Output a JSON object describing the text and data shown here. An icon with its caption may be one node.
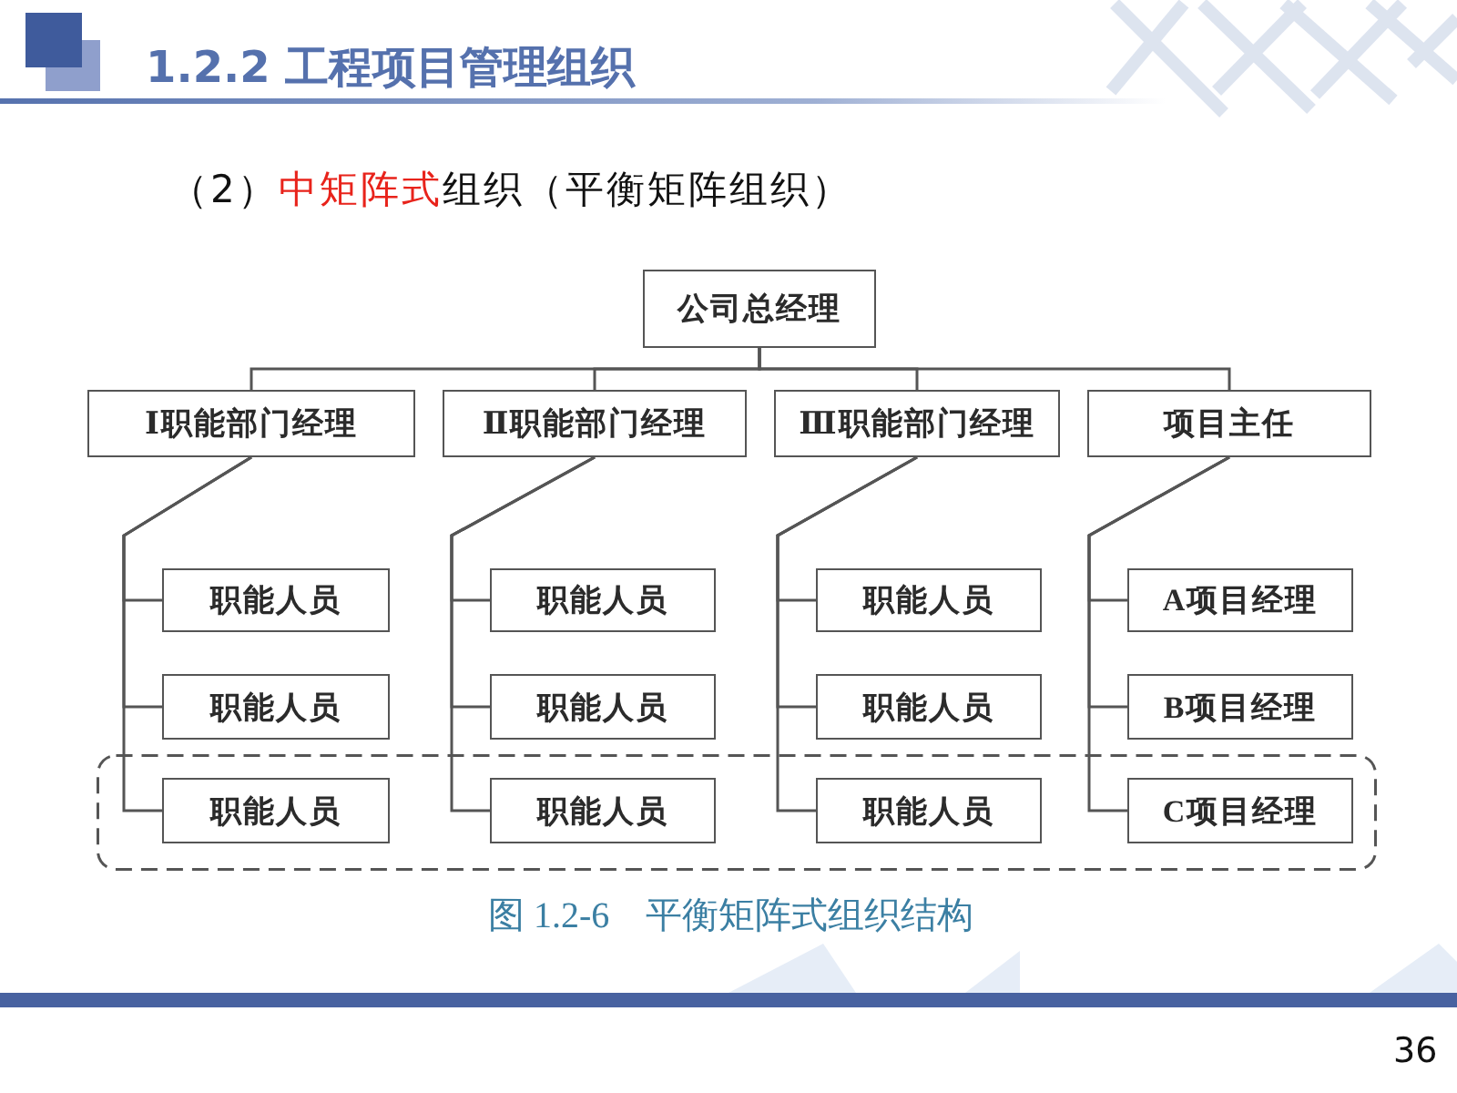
{
  "diagram": {
    "title": "1.2.2 工程项目管理组织",
    "caption": "图 1.2-6　平衡矩阵式组织结构",
    "nodes": [
      {
        "text": [
          "公司总经理"
        ]
      },
      {
        "text": [
          "Ⅰ职能部门经理"
        ]
      },
      {
        "text": [
          "Ⅱ职能部门经理"
        ]
      },
      {
        "text": [
          "Ⅲ职能部门经理"
        ]
      },
      {
        "text": [
          "项目主任"
        ]
      },
      {
        "text": [
          "职能人员"
        ]
      },
      {
        "text": [
          "职能人员"
        ]
      },
      {
        "text": [
          "职能人员"
        ]
      },
      {
        "text": [
          "A项目经理"
        ]
      },
      {
        "text": [
          "职能人员"
        ]
      },
      {
        "text": [
          "职能人员"
        ]
      },
      {
        "text": [
          "职能人员"
        ]
      },
      {
        "text": [
          "B项目经理"
        ]
      },
      {
        "text": [],
        "shape": "box"
      },
      {
        "text": [
          "职能人员"
        ],
        "in": 13
      },
      {
        "text": [
          "职能人员"
        ],
        "in": 13
      },
      {
        "text": [
          "职能人员"
        ],
        "in": 13
      },
      {
        "text": [
          "C项目经理"
        ],
        "in": 13
      }
    ],
    "edges": [
      {
        "from": 0,
        "to": 1,
        "arrow": "none"
      },
      {
        "from": 0,
        "to": 2,
        "arrow": "none"
      },
      {
        "from": 0,
        "to": 3,
        "arrow": "none"
      },
      {
        "from": 0,
        "to": 4,
        "arrow": "none"
      },
      {
        "from": 1,
        "to": 5,
        "arrow": "none"
      },
      {
        "from": 1,
        "to": 9,
        "arrow": "none"
      },
      {
        "from": 1,
        "to": 14,
        "arrow": "none"
      },
      {
        "from": 2,
        "to": 6,
        "arrow": "none"
      },
      {
        "from": 2,
        "to": 10,
        "arrow": "none"
      },
      {
        "from": 2,
        "to": 15,
        "arrow": "none"
      },
      {
        "from": 3,
        "to": 7,
        "arrow": "none"
      },
      {
        "from": 3,
        "to": 11,
        "arrow": "none"
      },
      {
        "from": 3,
        "to": 16,
        "arrow": "none"
      },
      {
        "from": 4,
        "to": 8,
        "arrow": "none"
      },
      {
        "from": 4,
        "to": 12,
        "arrow": "none"
      },
      {
        "from": 4,
        "to": 17,
        "arrow": "none"
      }
    ],
    "labels": [
      "（2）**中矩阵式**组织（平衡矩阵组织）",
      "36"
    ]
  }
}
